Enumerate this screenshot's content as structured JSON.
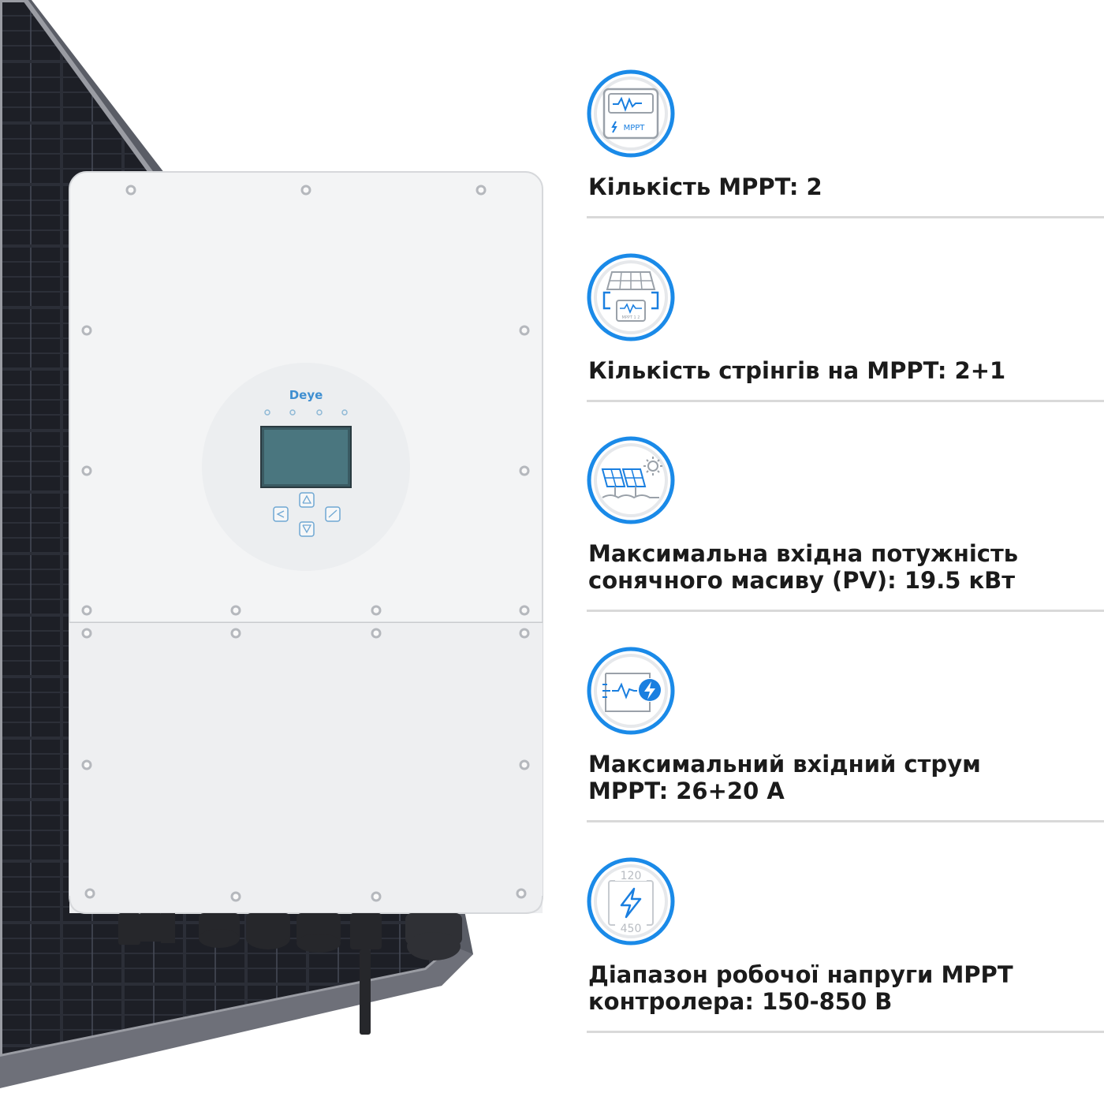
{
  "product": {
    "brand_logo": "Deye"
  },
  "specs": [
    {
      "icon": "mppt-monitor-icon",
      "icon_text": "MPPT",
      "label": "Кількість MPPT: 2"
    },
    {
      "icon": "solar-strings-mppt-icon",
      "icon_text": "MPPT 1 2",
      "label": "Кількість стрінгів на MPPT: 2+1"
    },
    {
      "icon": "solar-array-sun-icon",
      "label": "Максимальна вхідна потужність\nсонячного масиву (PV): 19.5 кВт"
    },
    {
      "icon": "input-current-bolt-icon",
      "label": "Максимальний вхідний струм\nMPPT: 26+20 А"
    },
    {
      "icon": "voltage-range-icon",
      "range_top": "120",
      "range_bottom": "450",
      "label": "Діапазон робочої напруги MPPT\nконтролера: 150-850 В"
    }
  ],
  "colors": {
    "accent_blue": "#1a7fe0",
    "icon_ring": "#1a8ae8",
    "text_dark": "#1b1b1b",
    "divider": "#d9d9d9",
    "inverter_body": "#f2f3f4",
    "panel_dark": "#2a2c33"
  }
}
